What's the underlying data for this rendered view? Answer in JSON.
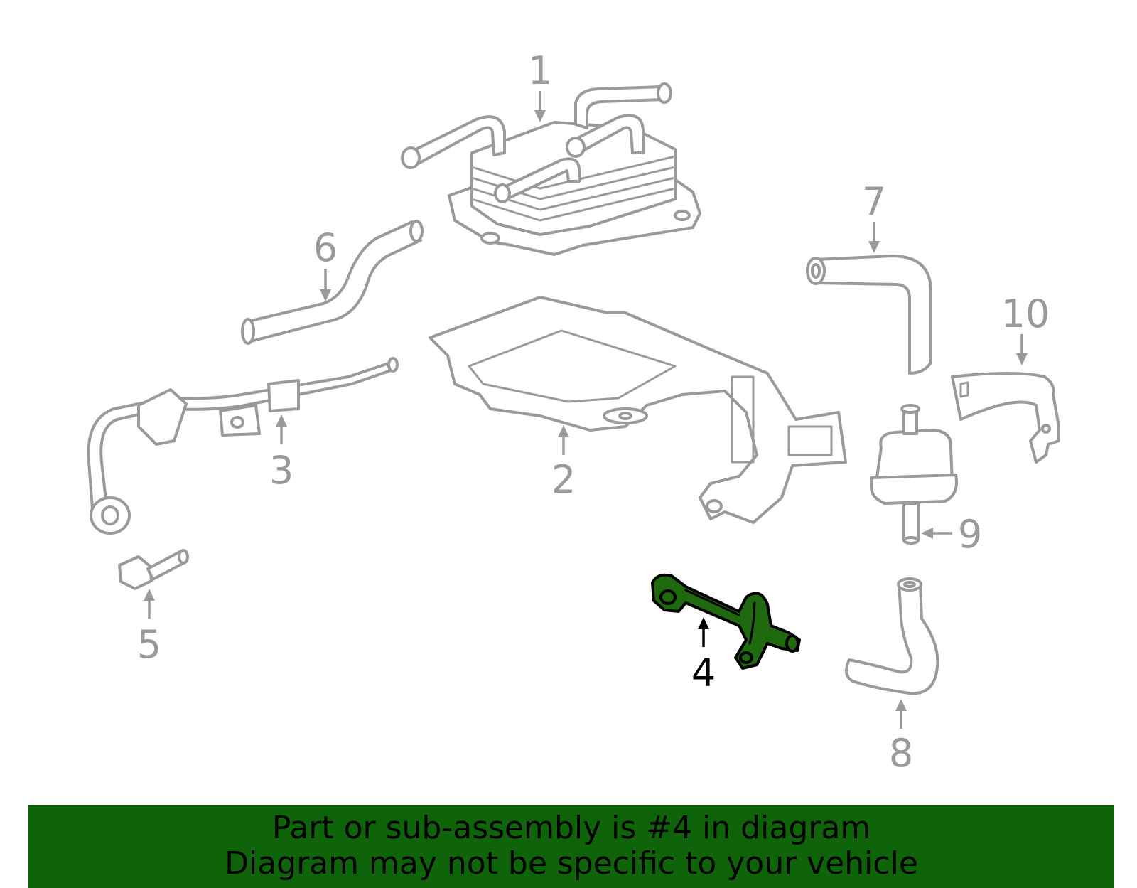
{
  "diagram": {
    "highlighted_part": "4",
    "callouts": [
      {
        "id": "1",
        "label": "1"
      },
      {
        "id": "2",
        "label": "2"
      },
      {
        "id": "3",
        "label": "3"
      },
      {
        "id": "4",
        "label": "4"
      },
      {
        "id": "5",
        "label": "5"
      },
      {
        "id": "6",
        "label": "6"
      },
      {
        "id": "7",
        "label": "7"
      },
      {
        "id": "8",
        "label": "8"
      },
      {
        "id": "9",
        "label": "9"
      },
      {
        "id": "10",
        "label": "10"
      }
    ]
  },
  "banner": {
    "line1": "Part or sub-assembly is #4 in diagram",
    "line2": "Diagram may not be specific to your vehicle"
  },
  "colors": {
    "highlight": "#1f6a0e",
    "banner": "#0f6309",
    "part_outline": "#9a9a9a"
  }
}
